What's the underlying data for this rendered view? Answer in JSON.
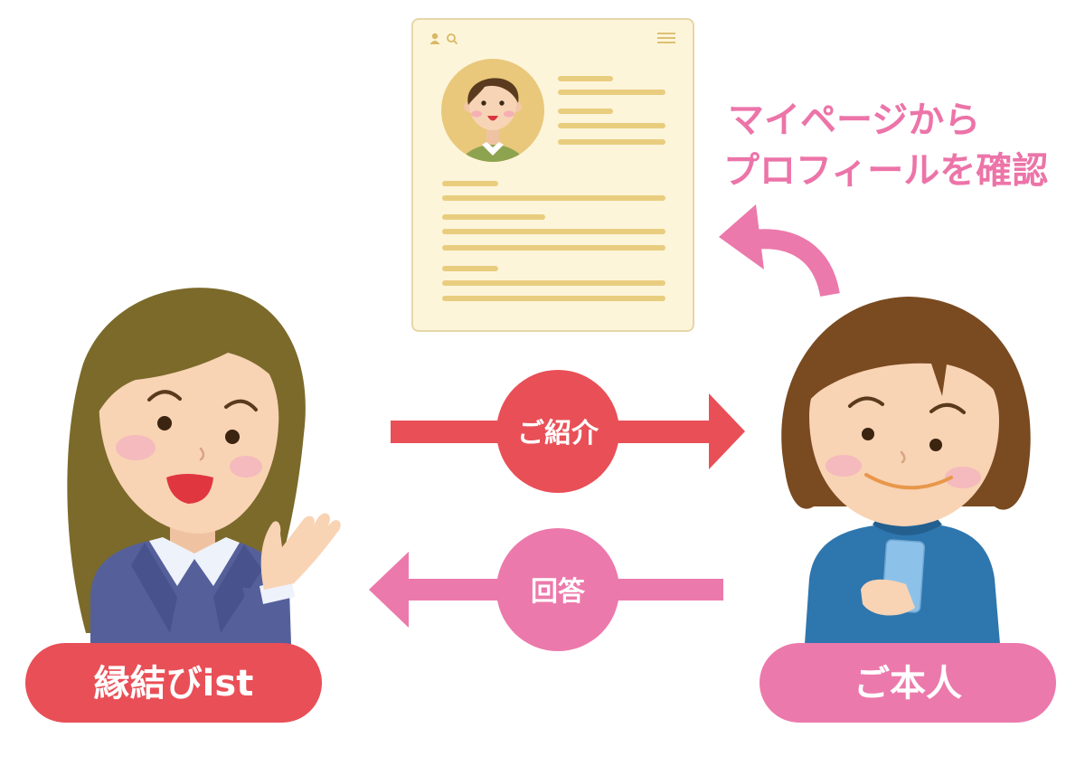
{
  "caption": {
    "line1": "マイページから",
    "line2": "プロフィールを確認",
    "color": "#ec74a8"
  },
  "profile_card": {
    "icons": [
      "person-icon",
      "search-icon",
      "menu-icon"
    ],
    "avatar_color": "#e9c87b",
    "line_color": "#e9cd7f"
  },
  "flows": [
    {
      "label": "ご紹介",
      "direction": "right",
      "color": "#e94f57"
    },
    {
      "label": "回答",
      "direction": "left",
      "color": "#ec79ab"
    }
  ],
  "roles": [
    {
      "label": "縁結びist",
      "color": "#e94f57"
    },
    {
      "label": "ご本人",
      "color": "#ec79ab"
    }
  ],
  "curved_arrow": {
    "color": "#ec79ab"
  }
}
